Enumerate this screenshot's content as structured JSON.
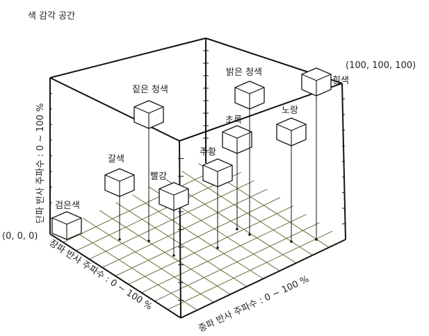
{
  "title": "색 감각 공간",
  "corner_origin": "(0, 0, 0)",
  "corner_max": "(100, 100, 100)",
  "axes": {
    "short": "단파 반사 주파수 : 0 ~ 100 %",
    "long": "장파 반사 주파수 : 0 ~ 100 %",
    "medium": "중파 반사 주파수 : 0 ~ 100 %"
  },
  "colors": [
    {
      "name": "검은색"
    },
    {
      "name": "갈색"
    },
    {
      "name": "빨강"
    },
    {
      "name": "짙은 청색"
    },
    {
      "name": "주황"
    },
    {
      "name": "초록"
    },
    {
      "name": "밝은 청색"
    },
    {
      "name": "노랑"
    },
    {
      "name": "흰색"
    }
  ],
  "grid_color": "#6b6b3a"
}
